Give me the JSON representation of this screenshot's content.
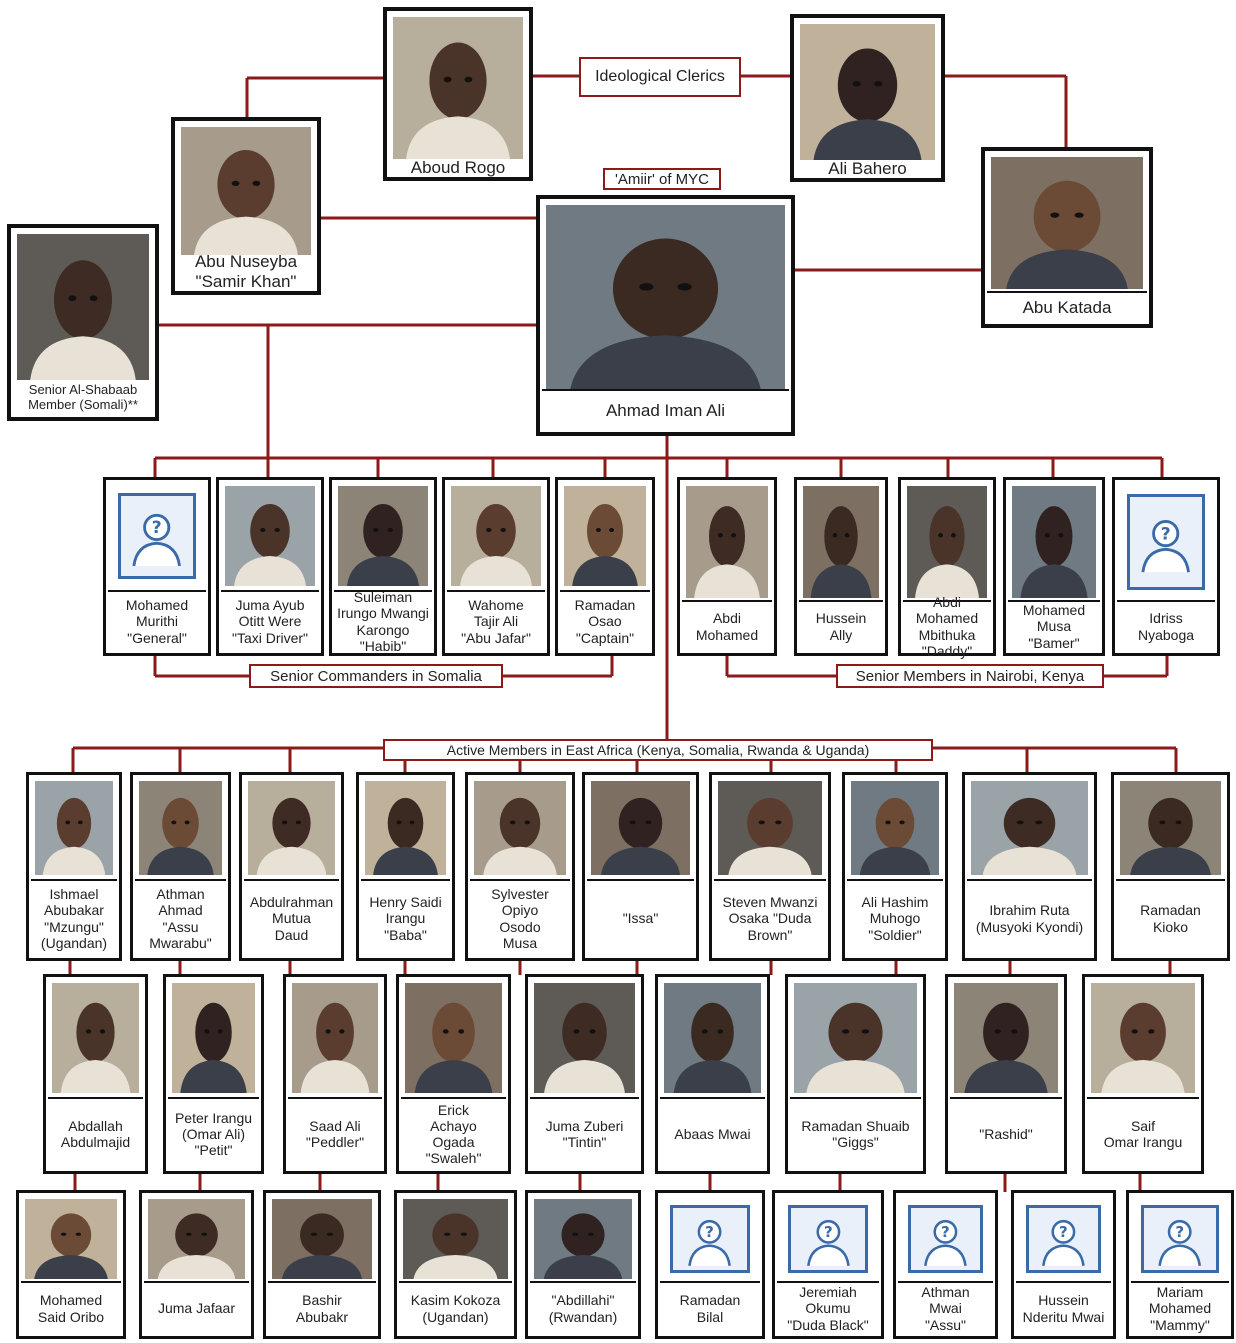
{
  "colors": {
    "line": "#8b1a1a",
    "border": "#111111",
    "unknown_icon": "#3a6aa8"
  },
  "labels": {
    "clerics": "Ideological Clerics",
    "amiir": "'Amiir' of MYC",
    "somalia": "Senior Commanders in Somalia",
    "nairobi": "Senior Members in Nairobi, Kenya",
    "active": "Active Members in East Africa (Kenya, Somalia, Rwanda & Uganda)"
  },
  "leaders": {
    "aboud": "Aboud Rogo",
    "bahero": "Ali Bahero",
    "nuseyba": "Abu Nuseyba\n\"Samir Khan\"",
    "katada": "Abu Katada",
    "somali": "Senior Al-Shabaab\nMember (Somali)**",
    "ahmad": "Ahmad Iman Ali"
  },
  "somalia_commanders": [
    {
      "name": "Mohamed\nMurithi\n\"General\"",
      "icon": "unknown-person-icon"
    },
    {
      "name": "Juma Ayub\nOtitt Were\n\"Taxi Driver\"",
      "icon": "photo"
    },
    {
      "name": "Suleiman\nIrungo Mwangi\nKarongo\n\"Habib\"",
      "icon": "photo"
    },
    {
      "name": "Wahome\nTajir Ali\n\"Abu Jafar\"",
      "icon": "photo"
    },
    {
      "name": "Ramadan\nOsao\n\"Captain\"",
      "icon": "photo"
    }
  ],
  "nairobi_members": [
    {
      "name": "Abdi\nMohamed",
      "icon": "photo"
    },
    {
      "name": "Hussein\nAlly",
      "icon": "photo"
    },
    {
      "name": "Abdi\nMohamed\nMbithuka\n\"Daddy\"",
      "icon": "photo"
    },
    {
      "name": "Mohamed\nMusa\n\"Bamer\"",
      "icon": "photo"
    },
    {
      "name": "Idriss\nNyaboga",
      "icon": "unknown-person-icon"
    }
  ],
  "active_row1": [
    {
      "name": "Ishmael\nAbubakar\n\"Mzungu\"\n(Ugandan)",
      "icon": "photo"
    },
    {
      "name": "Athman\nAhmad\n\"Assu\nMwarabu\"",
      "icon": "photo"
    },
    {
      "name": "Abdulrahman\nMutua\nDaud",
      "icon": "photo"
    },
    {
      "name": "Henry Saidi\nIrangu\n\"Baba\"",
      "icon": "photo"
    },
    {
      "name": "Sylvester\nOpiyo\nOsodo\nMusa",
      "icon": "photo"
    },
    {
      "name": "\"Issa\"",
      "icon": "photo"
    },
    {
      "name": "Steven Mwanzi\nOsaka \"Duda\nBrown\"",
      "icon": "photo"
    },
    {
      "name": "Ali Hashim\nMuhogo\n\"Soldier\"",
      "icon": "photo"
    },
    {
      "name": "Ibrahim Ruta\n(Musyoki Kyondi)",
      "icon": "photo"
    },
    {
      "name": "Ramadan\nKioko",
      "icon": "photo"
    }
  ],
  "active_row2": [
    {
      "name": "Abdallah\nAbdulmajid",
      "icon": "photo"
    },
    {
      "name": "Peter Irangu\n(Omar Ali)\n\"Petit\"",
      "icon": "photo"
    },
    {
      "name": "Saad Ali\n\"Peddler\"",
      "icon": "photo"
    },
    {
      "name": "Erick\nAchayo\nOgada\n\"Swaleh\"",
      "icon": "photo"
    },
    {
      "name": "Juma Zuberi\n\"Tintin\"",
      "icon": "photo"
    },
    {
      "name": "Abaas Mwai",
      "icon": "photo"
    },
    {
      "name": "Ramadan Shuaib\n\"Giggs\"",
      "icon": "photo"
    },
    {
      "name": "\"Rashid\"",
      "icon": "photo"
    },
    {
      "name": "Saif\nOmar Irangu",
      "icon": "photo"
    }
  ],
  "active_row3": [
    {
      "name": "Mohamed\nSaid Oribo",
      "icon": "photo"
    },
    {
      "name": "Juma Jafaar",
      "icon": "photo"
    },
    {
      "name": "Bashir\nAbubakr",
      "icon": "photo"
    },
    {
      "name": "Kasim Kokoza\n(Ugandan)",
      "icon": "photo"
    },
    {
      "name": "\"Abdillahi\"\n(Rwandan)",
      "icon": "photo"
    },
    {
      "name": "Ramadan\nBilal",
      "icon": "unknown-person-icon"
    },
    {
      "name": "Jeremiah\nOkumu\n\"Duda Black\"",
      "icon": "unknown-person-icon"
    },
    {
      "name": "Athman\nMwai\n\"Assu\"",
      "icon": "unknown-person-icon"
    },
    {
      "name": "Hussein\nNderitu Mwai",
      "icon": "unknown-person-icon"
    },
    {
      "name": "Mariam\nMohamed\n\"Mammy\"",
      "icon": "unknown-person-icon"
    }
  ]
}
